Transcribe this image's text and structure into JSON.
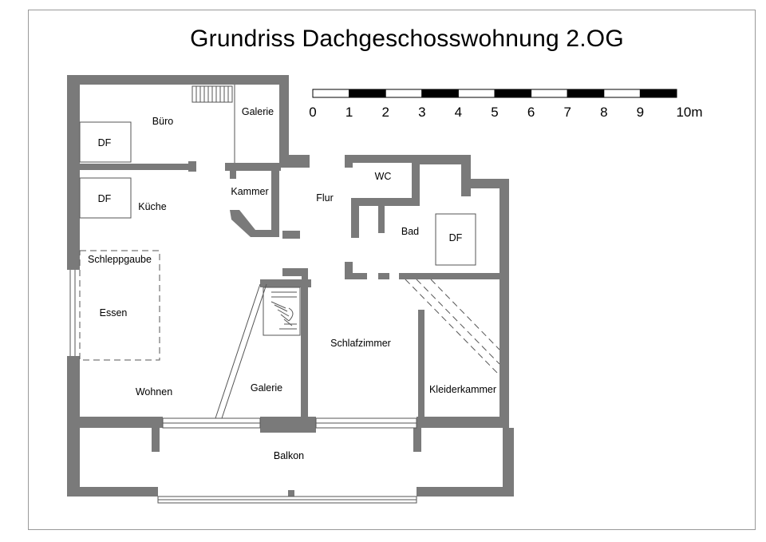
{
  "title": "Grundriss Dachgeschosswohnung 2.OG",
  "colors": {
    "wall": "#7a7a7a",
    "line": "#555555",
    "scale_dark": "#000000",
    "scale_light": "#ffffff"
  },
  "scale": {
    "labels": [
      "0",
      "1",
      "2",
      "3",
      "4",
      "5",
      "6",
      "7",
      "8",
      "9",
      "10m"
    ]
  },
  "rooms": {
    "buero": "Büro",
    "galerie_top": "Galerie",
    "df_buero": "DF",
    "kammer": "Kammer",
    "flur": "Flur",
    "wc": "WC",
    "kueche": "Küche",
    "df_kueche": "DF",
    "bad": "Bad",
    "df_bad": "DF",
    "schleppgaube": "Schleppgaube",
    "essen": "Essen",
    "schlafzimmer": "Schlafzimmer",
    "galerie_bottom": "Galerie",
    "kleiderkammer": "Kleiderkammer",
    "wohnen": "Wohnen",
    "balkon": "Balkon"
  }
}
